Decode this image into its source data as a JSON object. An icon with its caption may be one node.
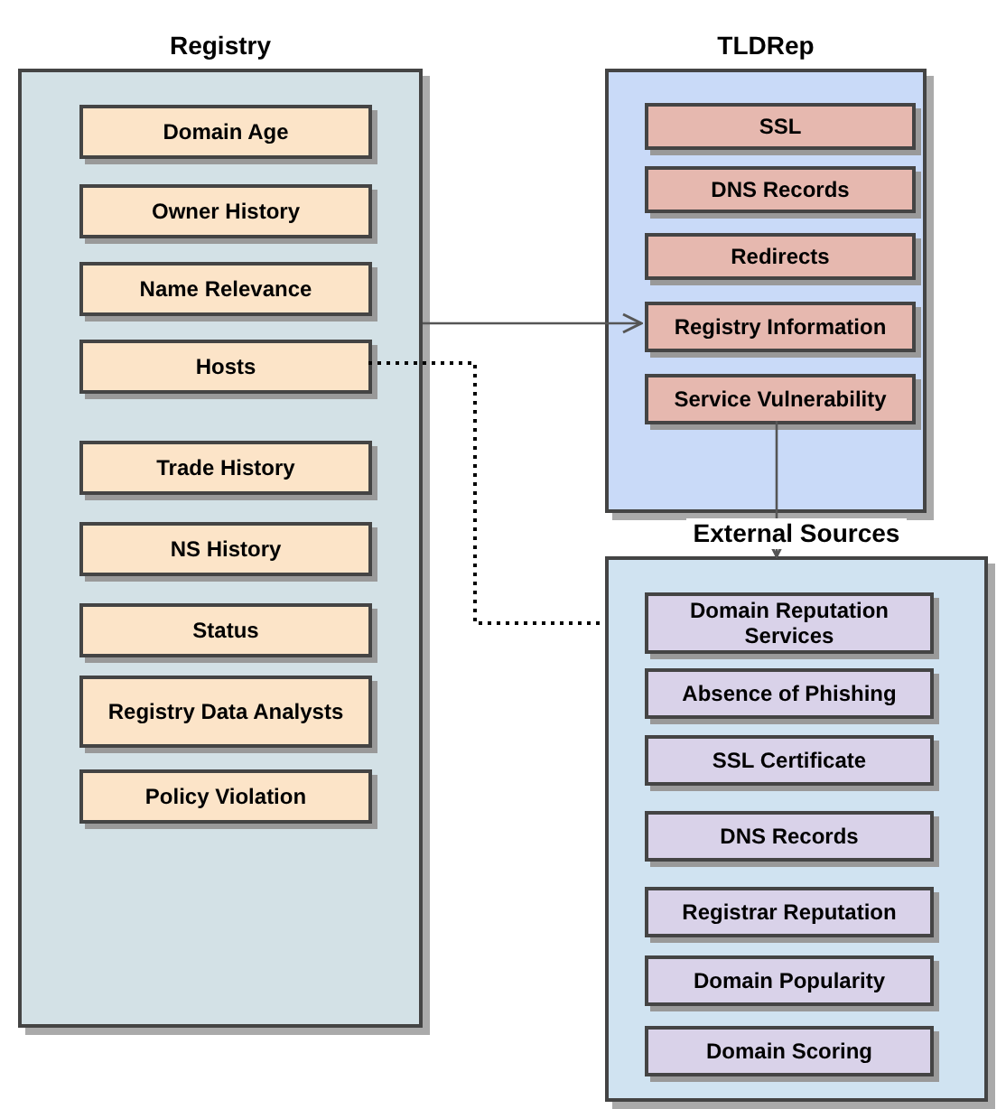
{
  "diagram": {
    "nodes": [
      {
        "text": [
          "Registry"
        ]
      },
      {
        "text": [
          "Domain Age"
        ],
        "in": 0
      },
      {
        "text": [
          "Owner History"
        ],
        "in": 0
      },
      {
        "text": [
          "Name Relevance"
        ],
        "in": 0
      },
      {
        "text": [
          "Hosts"
        ],
        "in": 0
      },
      {
        "text": [
          "Trade History"
        ],
        "in": 0
      },
      {
        "text": [
          "NS History"
        ],
        "in": 0
      },
      {
        "text": [
          "Status"
        ],
        "in": 0
      },
      {
        "text": [
          "Registry Data Analysts"
        ],
        "in": 0
      },
      {
        "text": [
          "Policy Violation"
        ],
        "in": 0
      },
      {
        "text": [
          "TLDRep"
        ]
      },
      {
        "text": [
          "SSL"
        ],
        "in": 10
      },
      {
        "text": [
          "DNS Records"
        ],
        "in": 10
      },
      {
        "text": [
          "Redirects"
        ],
        "in": 10
      },
      {
        "text": [
          "Registry Information"
        ],
        "in": 10
      },
      {
        "text": [
          "Service Vulnerability"
        ],
        "in": 10
      },
      {
        "text": [
          "External Sources"
        ]
      },
      {
        "text": [
          "Domain Reputation Services"
        ],
        "in": 16
      },
      {
        "text": [
          "Absence of Phishing"
        ],
        "in": 16
      },
      {
        "text": [
          "SSL Certificate"
        ],
        "in": 16
      },
      {
        "text": [
          "DNS Records"
        ],
        "in": 16
      },
      {
        "text": [
          "Registrar Reputation"
        ],
        "in": 16
      },
      {
        "text": [
          "Domain Popularity"
        ],
        "in": 16
      },
      {
        "text": [
          "Domain Scoring"
        ],
        "in": 16
      }
    ],
    "edges": [
      {
        "from": 0,
        "to": 14,
        "arrow": "to"
      },
      {
        "from": 4,
        "to": 16,
        "arrow": "none",
        "style": "dashed"
      },
      {
        "from": 15,
        "to": 16,
        "arrow": "to"
      }
    ]
  }
}
